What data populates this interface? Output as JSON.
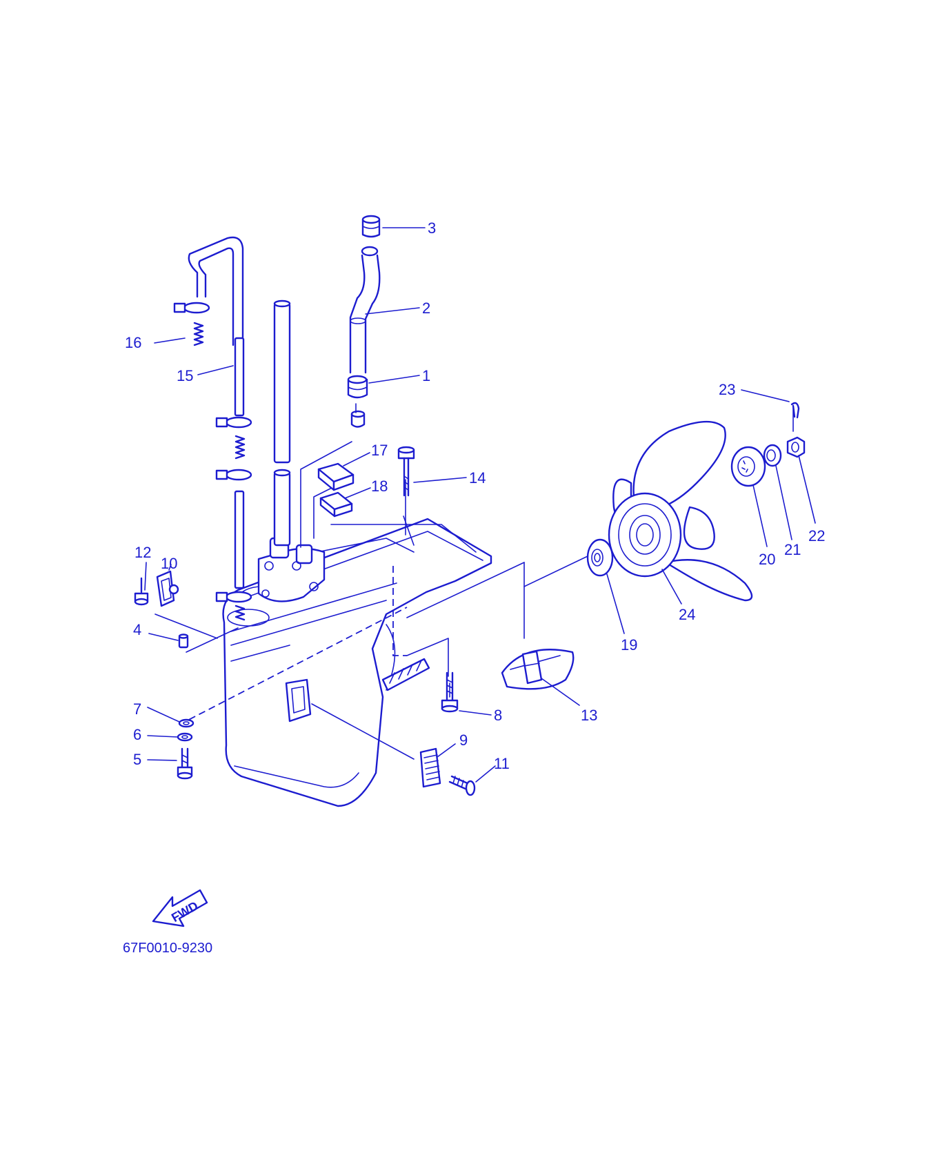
{
  "diagram": {
    "part_code": "67F0010-9230",
    "fwd_label": "FWD",
    "callouts": [
      {
        "id": "1",
        "label": "1"
      },
      {
        "id": "2",
        "label": "2"
      },
      {
        "id": "3",
        "label": "3"
      },
      {
        "id": "4",
        "label": "4"
      },
      {
        "id": "5",
        "label": "5"
      },
      {
        "id": "6",
        "label": "6"
      },
      {
        "id": "7",
        "label": "7"
      },
      {
        "id": "8",
        "label": "8"
      },
      {
        "id": "9",
        "label": "9"
      },
      {
        "id": "10",
        "label": "10"
      },
      {
        "id": "11",
        "label": "11"
      },
      {
        "id": "12",
        "label": "12"
      },
      {
        "id": "13",
        "label": "13"
      },
      {
        "id": "14",
        "label": "14"
      },
      {
        "id": "15",
        "label": "15"
      },
      {
        "id": "16",
        "label": "16"
      },
      {
        "id": "17",
        "label": "17"
      },
      {
        "id": "18",
        "label": "18"
      },
      {
        "id": "19",
        "label": "19"
      },
      {
        "id": "20",
        "label": "20"
      },
      {
        "id": "21",
        "label": "21"
      },
      {
        "id": "22",
        "label": "22"
      },
      {
        "id": "23",
        "label": "23"
      },
      {
        "id": "24",
        "label": "24"
      }
    ],
    "colors": {
      "line": "#1c1ccf",
      "background": "#ffffff"
    }
  }
}
